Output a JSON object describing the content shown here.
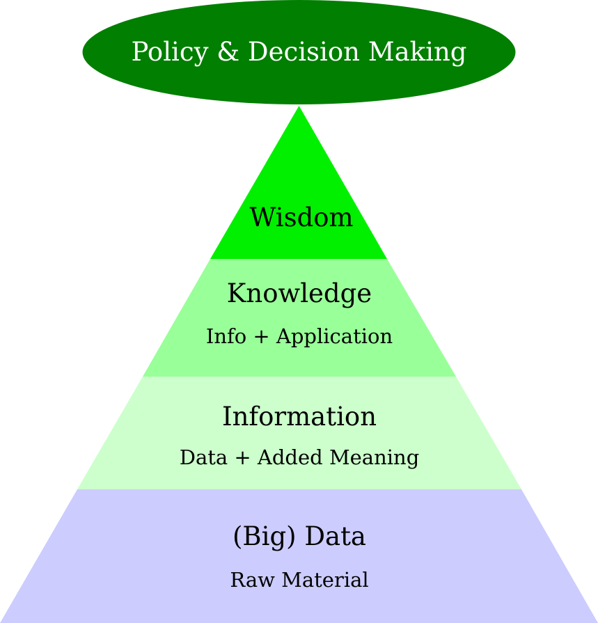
{
  "top": {
    "label": "Policy & Decision Making",
    "color": "#007f00"
  },
  "levels": [
    {
      "title": "Wisdom",
      "subtitle": "",
      "color": "#00f000"
    },
    {
      "title": "Knowledge",
      "subtitle": "Info + Application",
      "color": "#99ff99"
    },
    {
      "title": "Information",
      "subtitle": "Data + Added Meaning",
      "color": "#ccffcc"
    },
    {
      "title": "(Big) Data",
      "subtitle": "Raw Material",
      "color": "#ccccff"
    }
  ]
}
